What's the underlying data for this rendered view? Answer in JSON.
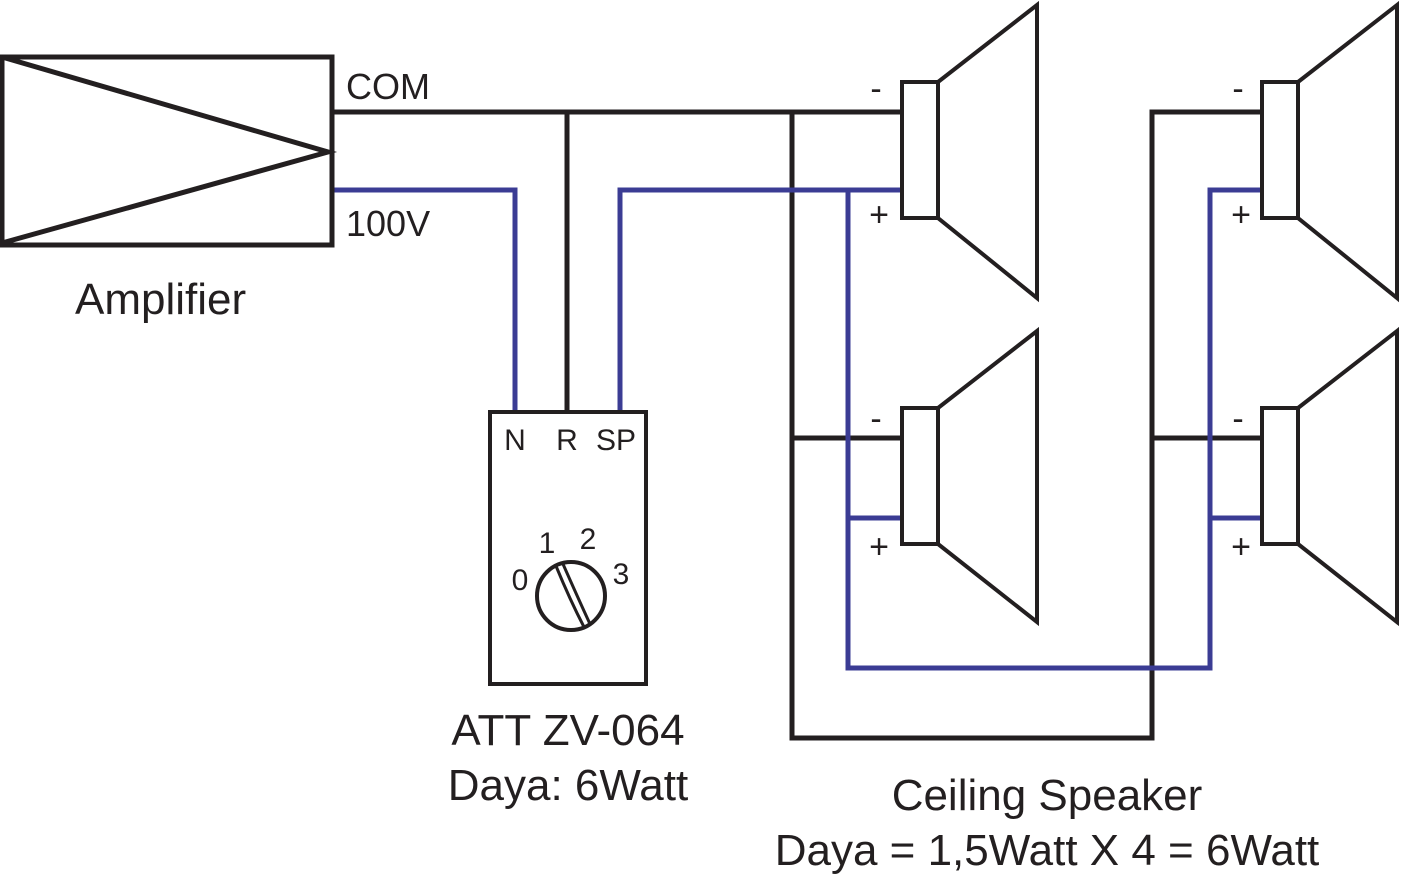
{
  "amplifier": {
    "label": "Amplifier",
    "com_label": "COM",
    "v100_label": "100V"
  },
  "attenuator": {
    "terminal_n": "N",
    "terminal_r": "R",
    "terminal_sp": "SP",
    "knob_0": "0",
    "knob_1": "1",
    "knob_2": "2",
    "knob_3": "3",
    "model": "ATT ZV-064",
    "power": "Daya: 6Watt"
  },
  "speakers": {
    "minus": "-",
    "plus": "+",
    "title": "Ceiling Speaker",
    "power": "Daya = 1,5Watt X 4 = 6Watt"
  },
  "colors": {
    "line": "#231f20",
    "signal": "#3b3c94"
  }
}
